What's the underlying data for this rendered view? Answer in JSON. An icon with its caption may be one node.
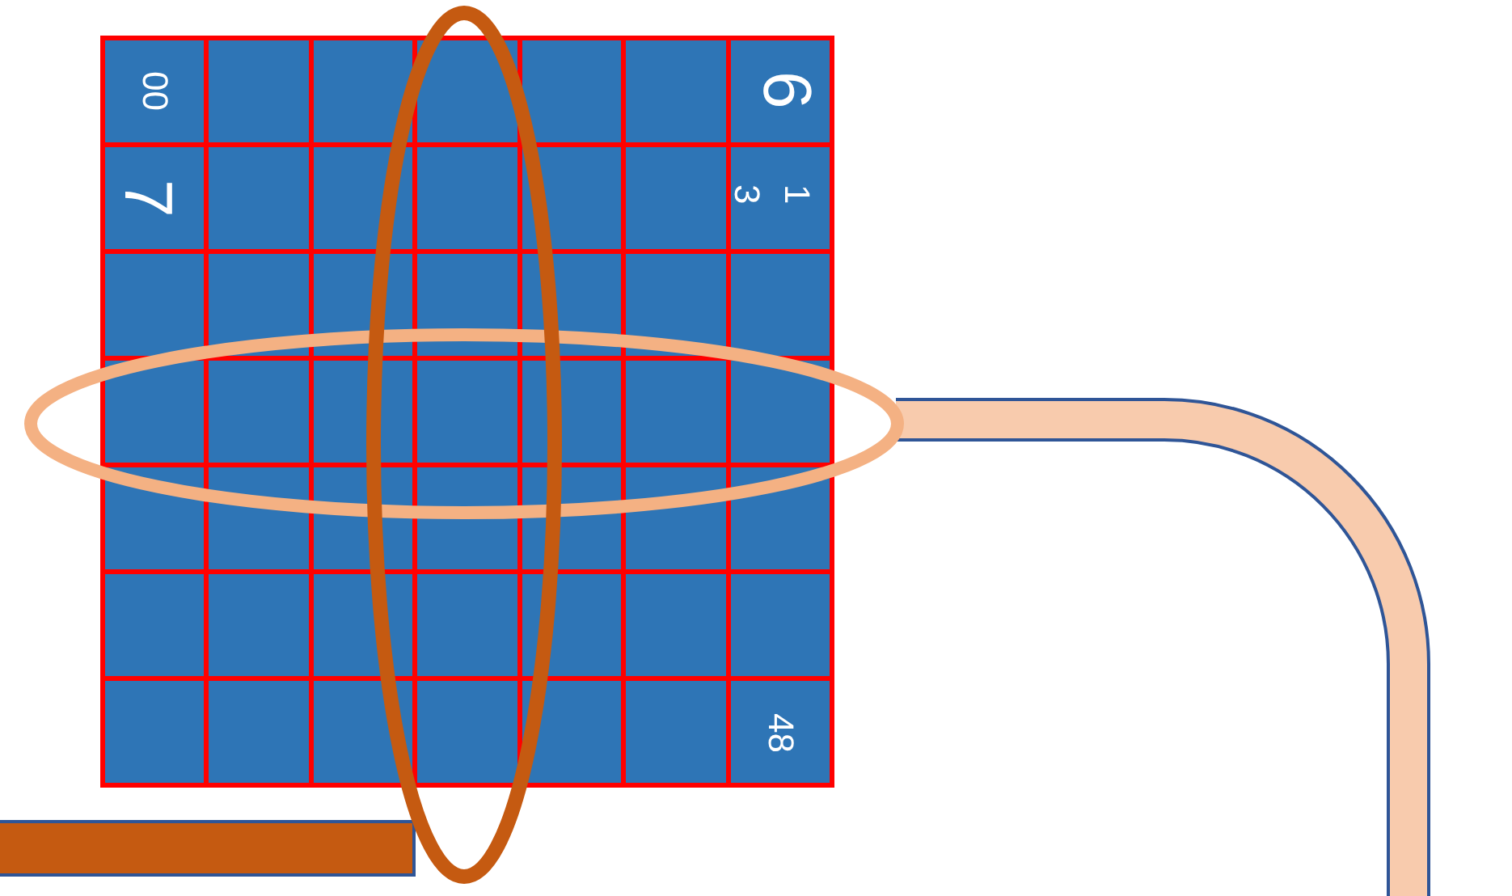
{
  "diagram": {
    "nodes": [
      {
        "text": [
          "00"
        ]
      },
      {
        "text": [],
        "shape": "box"
      },
      {
        "text": [],
        "shape": "box"
      },
      {
        "text": [],
        "shape": "box"
      },
      {
        "text": [],
        "shape": "box"
      },
      {
        "text": [],
        "shape": "box"
      },
      {
        "text": [
          "6"
        ]
      },
      {
        "text": [
          "7"
        ]
      },
      {
        "text": [],
        "shape": "box"
      },
      {
        "text": [],
        "shape": "box"
      },
      {
        "text": [],
        "shape": "box"
      },
      {
        "text": [],
        "shape": "box"
      },
      {
        "text": [],
        "shape": "box"
      },
      {
        "text": [
          "1 3"
        ]
      },
      {
        "text": [],
        "shape": "box"
      },
      {
        "text": [],
        "shape": "box"
      },
      {
        "text": [],
        "shape": "box"
      },
      {
        "text": [],
        "shape": "box"
      },
      {
        "text": [],
        "shape": "box"
      },
      {
        "text": [],
        "shape": "box"
      },
      {
        "text": [],
        "shape": "box"
      },
      {
        "text": [],
        "shape": "box"
      },
      {
        "text": [],
        "shape": "box"
      },
      {
        "text": [],
        "shape": "box"
      },
      {
        "text": [],
        "shape": "box"
      },
      {
        "text": [],
        "shape": "box"
      },
      {
        "text": [],
        "shape": "box"
      },
      {
        "text": [],
        "shape": "box"
      },
      {
        "text": [],
        "shape": "box"
      },
      {
        "text": [],
        "shape": "box"
      },
      {
        "text": [],
        "shape": "box"
      },
      {
        "text": [],
        "shape": "box"
      },
      {
        "text": [],
        "shape": "box"
      },
      {
        "text": [],
        "shape": "box"
      },
      {
        "text": [],
        "shape": "box"
      },
      {
        "text": [],
        "shape": "box"
      },
      {
        "text": [],
        "shape": "box"
      },
      {
        "text": [],
        "shape": "box"
      },
      {
        "text": [],
        "shape": "box"
      },
      {
        "text": [],
        "shape": "box"
      },
      {
        "text": [],
        "shape": "box"
      },
      {
        "text": [],
        "shape": "box"
      },
      {
        "text": [],
        "shape": "box"
      },
      {
        "text": [],
        "shape": "box"
      },
      {
        "text": [],
        "shape": "box"
      },
      {
        "text": [],
        "shape": "box"
      },
      {
        "text": [],
        "shape": "box"
      },
      {
        "text": [],
        "shape": "box"
      },
      {
        "text": [
          "48"
        ]
      },
      {
        "text": [],
        "shape": "bar"
      }
    ]
  }
}
